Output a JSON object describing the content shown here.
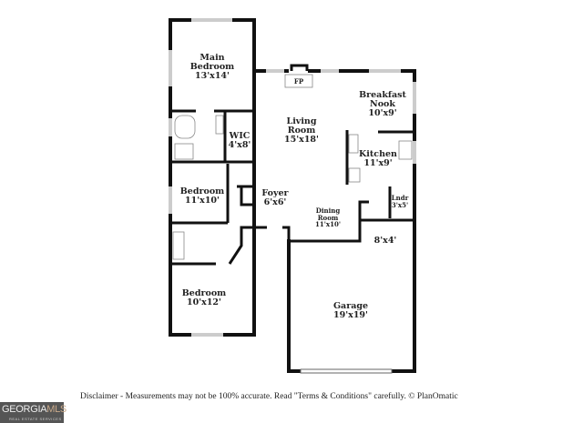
{
  "rooms": {
    "main_bedroom": {
      "name1": "Main",
      "name2": "Bedroom",
      "size": "13'x14'"
    },
    "wic": {
      "name": "WIC",
      "size": "4'x8'"
    },
    "living_room": {
      "name1": "Living",
      "name2": "Room",
      "size": "15'x18'"
    },
    "fireplace": {
      "name": "FP"
    },
    "breakfast_nook": {
      "name1": "Breakfast",
      "name2": "Nook",
      "size": "10'x9'"
    },
    "kitchen": {
      "name": "Kitchen",
      "size": "11'x9'"
    },
    "bedroom2": {
      "name": "Bedroom",
      "size": "11'x10'"
    },
    "foyer": {
      "name": "Foyer",
      "size": "6'x6'"
    },
    "dining_room": {
      "name1": "Dining",
      "name2": "Room",
      "size": "11'x10'"
    },
    "laundry": {
      "name": "Lndr",
      "size": "3'x5'"
    },
    "mudroom": {
      "size": "8'x4'"
    },
    "bedroom3": {
      "name": "Bedroom",
      "size": "10'x12'"
    },
    "garage": {
      "name": "Garage",
      "size": "19'x19'"
    }
  },
  "footer": {
    "disclaimer": "Disclaimer - Measurements may not be 100% accurate. Read \"Terms & Conditions\" carefully. © PlanOmatic",
    "logo_text_a": "GEORGIA",
    "logo_text_b": "MLS",
    "logo_sub": "REAL ESTATE SERVICES"
  }
}
